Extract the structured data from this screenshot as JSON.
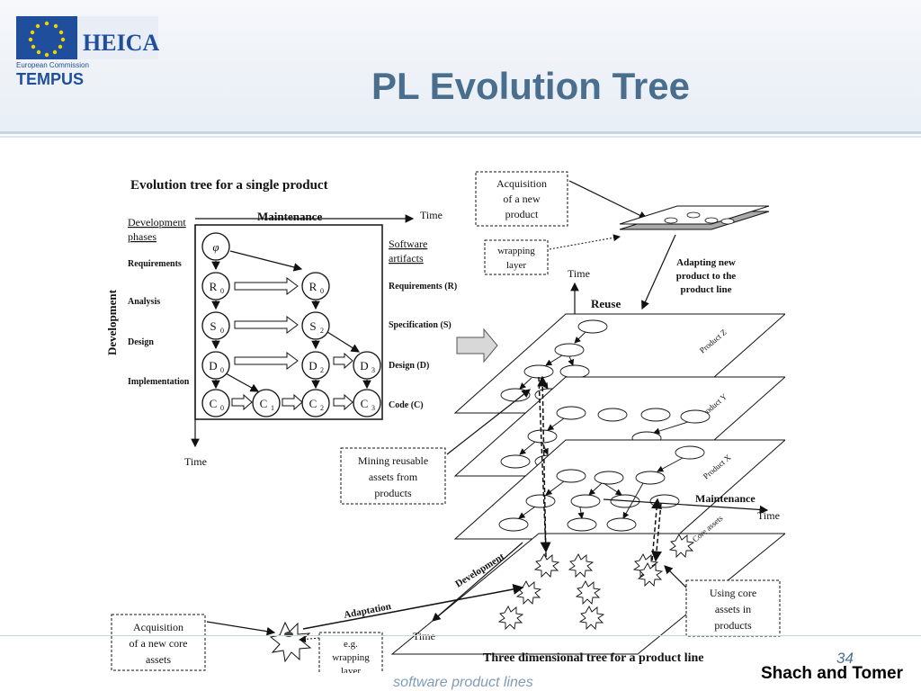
{
  "header": {
    "logo": {
      "brand": "HEICA",
      "line1": "European Commission",
      "line2": "TEMPUS"
    },
    "title": "PL Evolution Tree"
  },
  "figure": {
    "left": {
      "title": "Evolution tree for a single product",
      "maintenance": "Maintenance",
      "time_top": "Time",
      "time_bottom": "Time",
      "dev_phases_1": "Development",
      "dev_phases_2": "phases",
      "development": "Development",
      "phases": [
        "Requirements",
        "Analysis",
        "Design",
        "Implementation"
      ],
      "sw_artifacts_1": "Software",
      "sw_artifacts_2": "artifacts",
      "artifacts": [
        "Requirements (R)",
        "Specification (S)",
        "Design (D)",
        "Code (C)"
      ],
      "nodes": {
        "phi": "φ",
        "R0a": "R",
        "R0a_sub": "0",
        "R0b": "R",
        "R0b_sub": "0",
        "S0": "S",
        "S0_sub": "0",
        "S2": "S",
        "S2_sub": "2",
        "D0": "D",
        "D0_sub": "0",
        "D2": "D",
        "D2_sub": "2",
        "D3": "D",
        "D3_sub": "3",
        "C0": "C",
        "C0_sub": "0",
        "C1": "C",
        "C1_sub": "1",
        "C2": "C",
        "C2_sub": "2",
        "C3": "C",
        "C3_sub": "3"
      }
    },
    "right": {
      "acq_product_1": "Acquisition",
      "acq_product_2": "of a new",
      "acq_product_3": "product",
      "wrapping_1": "wrapping",
      "wrapping_2": "layer",
      "adapting_1": "Adapting new",
      "adapting_2": "product to the",
      "adapting_3": "product line",
      "time_reuse": "Time",
      "reuse": "Reuse",
      "product_z": "Product Z",
      "product_y": "Product Y",
      "product_x": "Product X",
      "core_assets": "Core assets",
      "maintenance": "Maintenance",
      "time_right": "Time",
      "development": "Development",
      "adaptation": "Adaptation",
      "time_bottom": "Time",
      "mining_1": "Mining reusable",
      "mining_2": "assets from",
      "mining_3": "products",
      "using_1": "Using core",
      "using_2": "assets in",
      "using_3": "products",
      "acq_core_1": "Acquisition",
      "acq_core_2": "of a new core",
      "acq_core_3": "assets",
      "eg_1": "e.g.",
      "eg_2": "wrapping",
      "eg_3": "layer",
      "caption": "Three dimensional tree for a product line"
    }
  },
  "footer": {
    "page_number": "34",
    "course": "software product lines",
    "credit": "Shach and Tomer"
  }
}
